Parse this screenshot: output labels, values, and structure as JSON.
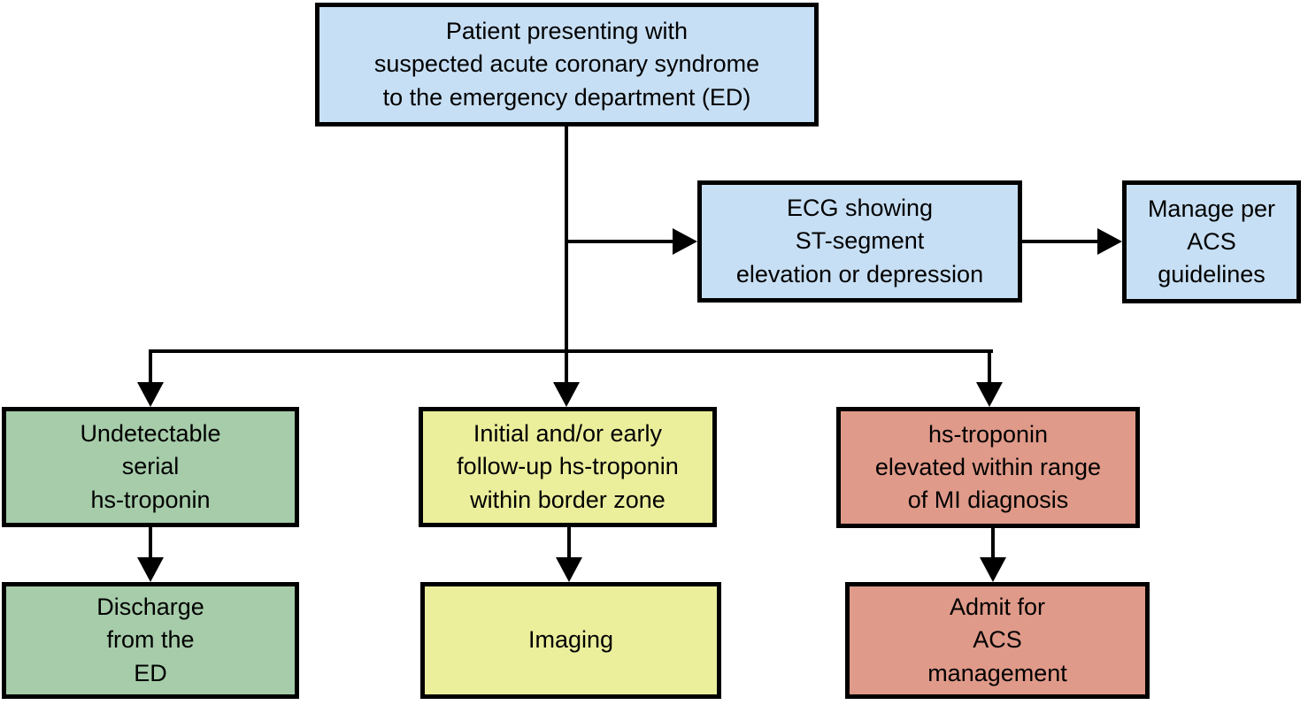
{
  "nodes": {
    "patient": {
      "label": "Patient presenting with\nsuspected acute coronary syndrome\nto the emergency department (ED)",
      "color": "#c7dff4"
    },
    "ecg": {
      "label": "ECG showing\nST-segment\nelevation or depression",
      "color": "#c7dff4"
    },
    "manage": {
      "label": "Manage per\nACS\nguidelines",
      "color": "#c7dff4"
    },
    "undetectable": {
      "label": "Undetectable\nserial\nhs-troponin",
      "color": "#a6cca9"
    },
    "borderzone": {
      "label": "Initial and/or early\nfollow-up hs-troponin\nwithin border zone",
      "color": "#ebee9b"
    },
    "elevated": {
      "label": "hs-troponin\nelevated within range\nof MI diagnosis",
      "color": "#e09a89"
    },
    "discharge": {
      "label": "Discharge\nfrom the\nED",
      "color": "#a6cca9"
    },
    "imaging": {
      "label": "Imaging",
      "color": "#ebee9b"
    },
    "admit": {
      "label": "Admit for\nACS\nmanagement",
      "color": "#e09a89"
    }
  },
  "colors": {
    "background": "#ffffff",
    "line": "#000000",
    "blue": "#c7dff4",
    "green": "#a6cca9",
    "yellow": "#ebee9b",
    "salmon": "#e09a89"
  }
}
